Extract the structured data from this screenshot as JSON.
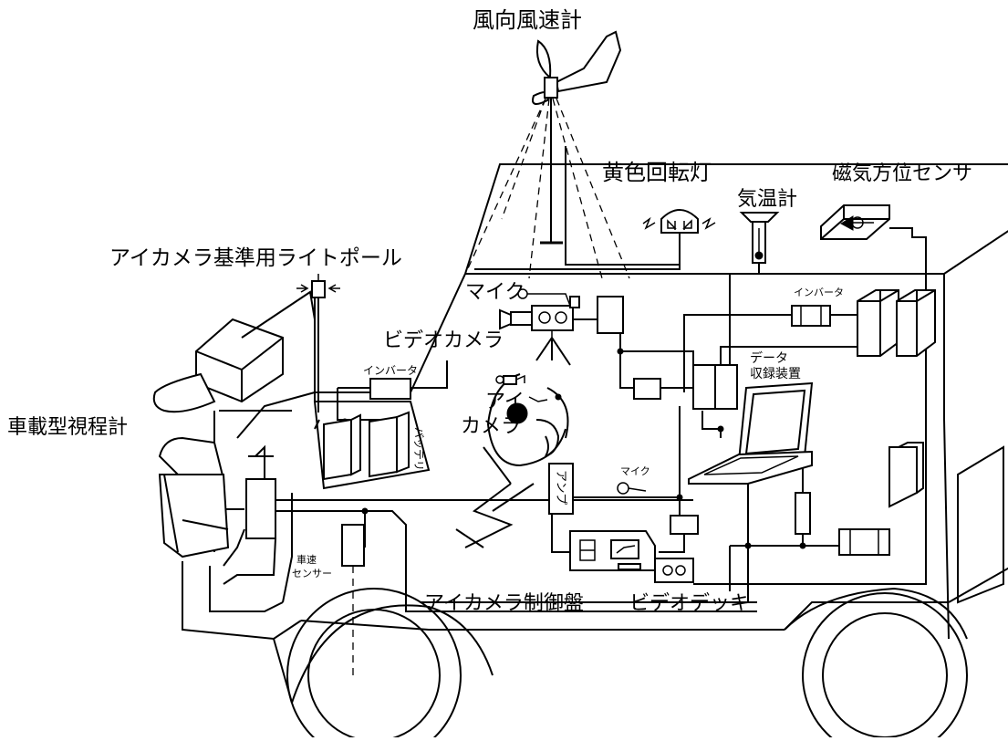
{
  "labels": {
    "anemometer": "風向風速計",
    "rotating_light": "黄色回転灯",
    "thermometer": "気温計",
    "magnetic_sensor": "磁気方位センサ",
    "eyecam_light_pole": "アイカメラ基準用ライトポール",
    "mic_top": "マイク",
    "video_camera": "ビデオカメラ",
    "inverter_right": "インバータ",
    "inverter_left": "インバータ",
    "data_recorder_line1": "データ",
    "data_recorder_line2": "収録装置",
    "eye_camera_line1": "アイ",
    "eye_camera_line2": "カメラ",
    "on_board_visibility_meter": "車載型視程計",
    "battery": "バッテリ",
    "mic_lower": "マイク",
    "amp": "アンプ",
    "speed_sensor_line1": "車速",
    "speed_sensor_line2": "センサー",
    "eyecam_control_panel": "アイカメラ制御盤",
    "video_deck": "ビデオデッキ"
  }
}
